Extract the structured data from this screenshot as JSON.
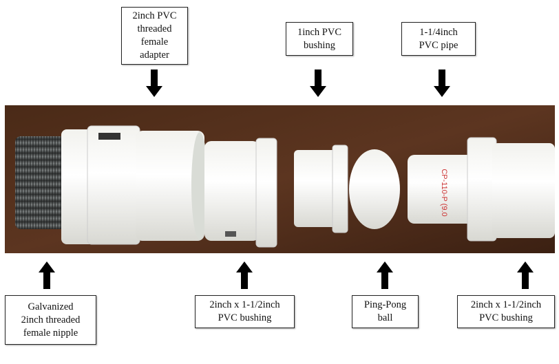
{
  "labels_top": [
    {
      "lines": [
        "2inch PVC",
        "threaded",
        "female",
        "adapter"
      ]
    },
    {
      "lines": [
        "1inch PVC",
        "bushing"
      ]
    },
    {
      "lines": [
        "1-1/4inch",
        "PVC pipe"
      ]
    }
  ],
  "labels_bottom": [
    {
      "lines": [
        "Galvanized",
        "2inch threaded",
        "female nipple"
      ]
    },
    {
      "lines": [
        "2inch x 1-1/2inch",
        "PVC bushing"
      ]
    },
    {
      "lines": [
        "Ping-Pong",
        "ball"
      ]
    },
    {
      "lines": [
        "2inch x 1-1/2inch",
        "PVC bushing"
      ]
    }
  ],
  "photo": {
    "pipe_marking": "CP-110-P (9.0"
  }
}
